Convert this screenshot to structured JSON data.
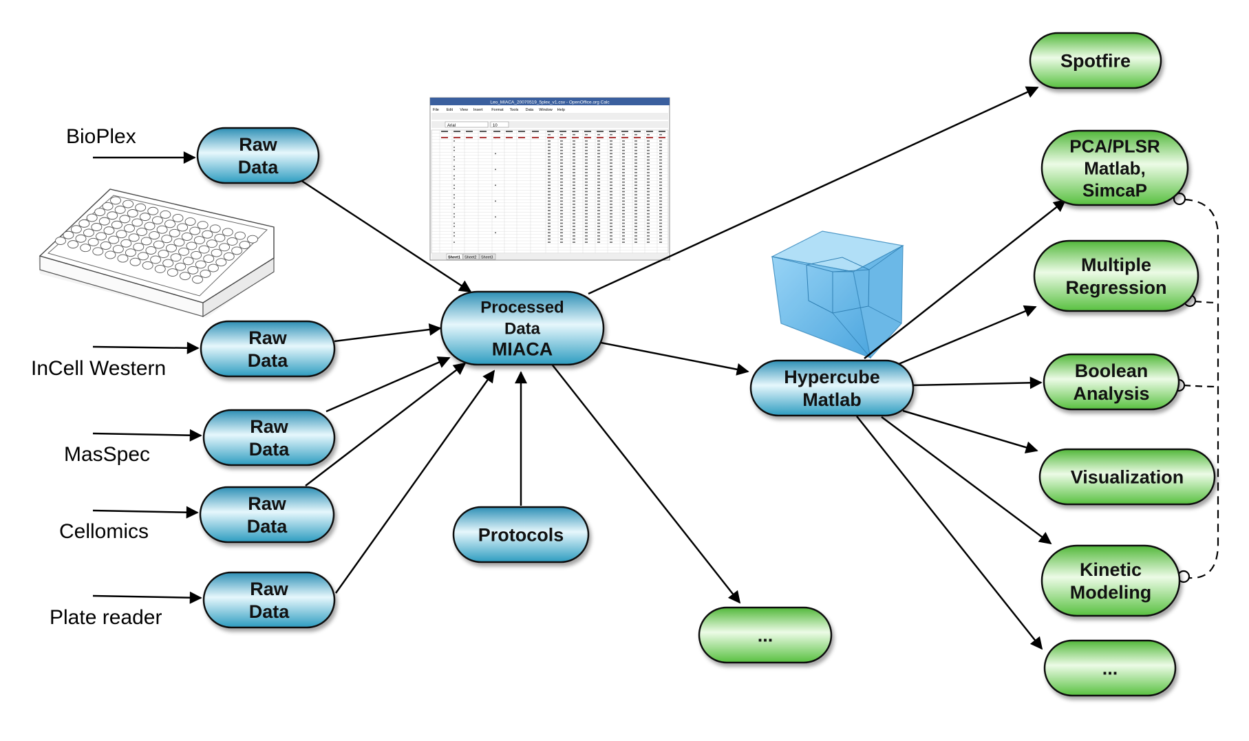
{
  "colors": {
    "blue_node": "#3da9c9",
    "blue_node_light": "#e4f6fb",
    "green_node": "#6cce52",
    "green_node_light": "#e9fae3",
    "edge": "#000000"
  },
  "sources": [
    {
      "id": "bioplex",
      "label": "BioPlex"
    },
    {
      "id": "incell",
      "label": "InCell Western"
    },
    {
      "id": "masspec",
      "label": "MasSpec"
    },
    {
      "id": "cellomics",
      "label": "Cellomics"
    },
    {
      "id": "plate",
      "label": "Plate reader"
    }
  ],
  "raw_data": [
    {
      "id": "raw1",
      "lines": [
        "Raw",
        "Data"
      ]
    },
    {
      "id": "raw2",
      "lines": [
        "Raw",
        "Data"
      ]
    },
    {
      "id": "raw3",
      "lines": [
        "Raw",
        "Data"
      ]
    },
    {
      "id": "raw4",
      "lines": [
        "Raw",
        "Data"
      ]
    },
    {
      "id": "raw5",
      "lines": [
        "Raw",
        "Data"
      ]
    }
  ],
  "processed": {
    "lines": [
      "Processed",
      "Data",
      "MIACA"
    ]
  },
  "protocols": {
    "lines": [
      "Protocols"
    ]
  },
  "hypercube": {
    "lines": [
      "Hypercube",
      "Matlab"
    ]
  },
  "center_more": {
    "lines": [
      "..."
    ]
  },
  "outputs": [
    {
      "id": "spotfire",
      "lines": [
        "Spotfire"
      ]
    },
    {
      "id": "pca",
      "lines": [
        "PCA/PLSR",
        "Matlab,",
        "SimcaP"
      ]
    },
    {
      "id": "regression",
      "lines": [
        "Multiple",
        "Regression"
      ]
    },
    {
      "id": "boolean",
      "lines": [
        "Boolean",
        "Analysis"
      ]
    },
    {
      "id": "visualization",
      "lines": [
        "Visualization"
      ]
    },
    {
      "id": "kinetic",
      "lines": [
        "Kinetic",
        "Modeling"
      ]
    },
    {
      "id": "more",
      "lines": [
        "..."
      ]
    }
  ],
  "spreadsheet": {
    "title": "Leo_MIACA_20070519_5plex_v1.csv - OpenOffice.org Calc",
    "menu": [
      "File",
      "Edit",
      "View",
      "Insert",
      "Format",
      "Tools",
      "Data",
      "Window",
      "Help"
    ],
    "font": "Arial",
    "size": "10",
    "tabs": [
      "Sheet1",
      "Sheet2",
      "Sheet3"
    ]
  }
}
